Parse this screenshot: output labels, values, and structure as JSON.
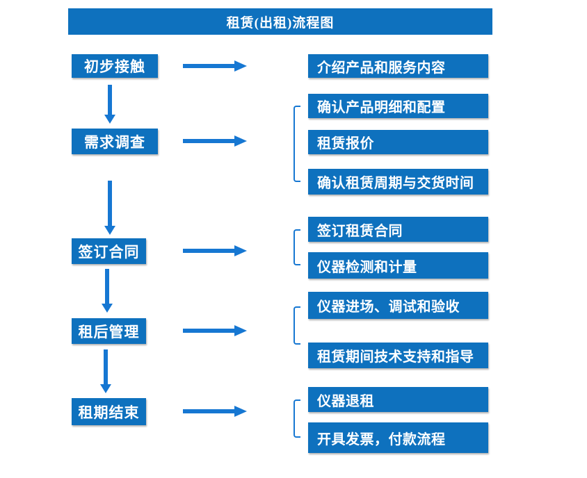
{
  "title": "租赁(出租)流程图",
  "colors": {
    "box_fill": "#0E71BE",
    "arrow": "#1677D2",
    "text": "#FFFFFF",
    "background": "#FFFFFF"
  },
  "steps": [
    {
      "label": "初步接触",
      "outputs": [
        "介绍产品和服务内容"
      ]
    },
    {
      "label": "需求调查",
      "outputs": [
        "确认产品明细和配置",
        "租赁报价",
        "确认租赁周期与交货时间"
      ]
    },
    {
      "label": "签订合同",
      "outputs": [
        "签订租赁合同",
        "仪器检测和计量"
      ]
    },
    {
      "label": "租后管理",
      "outputs": [
        "仪器进场、调试和验收",
        "租赁期间技术支持和指导"
      ]
    },
    {
      "label": "租期结束",
      "outputs": [
        "仪器退租",
        "开具发票，付款流程"
      ]
    }
  ]
}
